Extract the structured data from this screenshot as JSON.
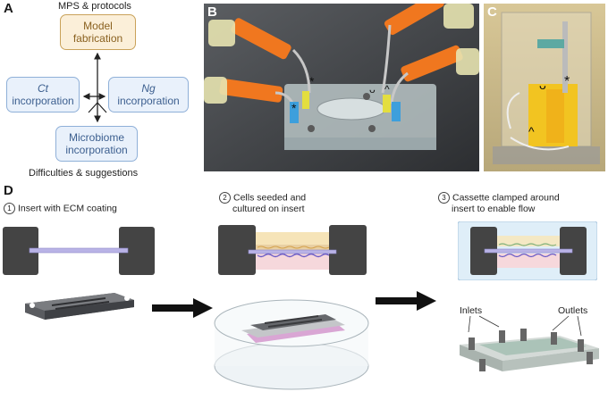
{
  "panel_a": {
    "letter": "A",
    "top_caption": "MPS & protocols",
    "model_box": {
      "line1": "Model",
      "line2": "fabrication"
    },
    "ct_box": {
      "line1": "Ct",
      "line2": "incorporation"
    },
    "ng_box": {
      "line1": "Ng",
      "line2": "incorporation"
    },
    "microbiome_box": {
      "line1": "Microbiome",
      "line2": "incorporation"
    },
    "bottom_caption": "Difficulties & suggestions"
  },
  "panel_b": {
    "letter": "B"
  },
  "panel_c": {
    "letter": "C"
  },
  "panel_d": {
    "letter": "D",
    "step1": {
      "num": "1",
      "label": "Insert with ECM coating"
    },
    "step2": {
      "num": "2",
      "line1": "Cells seeded and",
      "line2": "cultured on insert"
    },
    "step3": {
      "num": "3",
      "line1": "Cassette clamped around",
      "line2": "insert to enable flow"
    },
    "inlets_label": "Inlets",
    "outlets_label": "Outlets"
  },
  "colors": {
    "model_fill": "#fbefd9",
    "model_border": "#c9a25a",
    "incorporation_fill": "#e9f1fb",
    "incorporation_border": "#8fb0d8",
    "tubing_orange": "#f0771f",
    "membrane_lavender": "#b9b3e6"
  }
}
